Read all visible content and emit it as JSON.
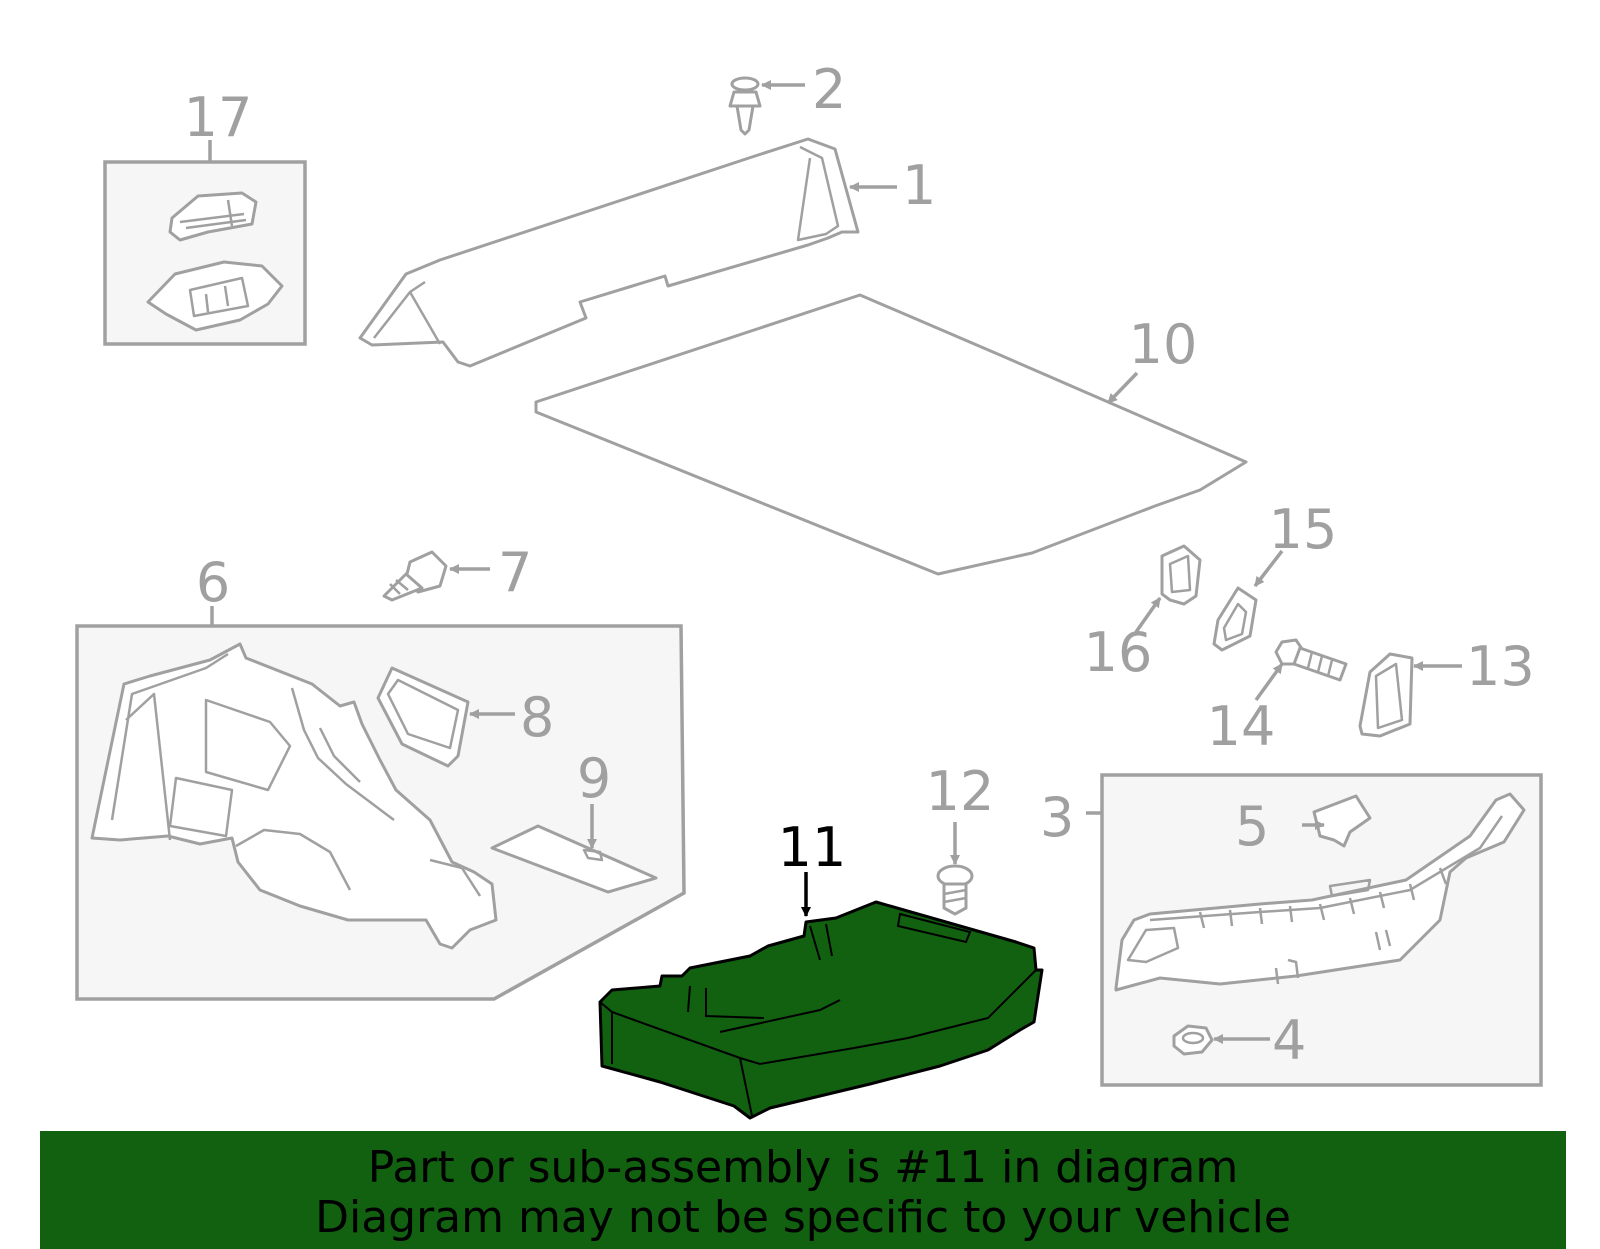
{
  "diagram": {
    "highlight_color": "#116110",
    "labels": {
      "p1": "1",
      "p2": "2",
      "p3": "3",
      "p4": "4",
      "p5": "5",
      "p6": "6",
      "p7": "7",
      "p8": "8",
      "p9": "9",
      "p10": "10",
      "p11": "11",
      "p12": "12",
      "p13": "13",
      "p14": "14",
      "p15": "15",
      "p16": "16",
      "p17": "17"
    }
  },
  "footer": {
    "line1": "Part or sub-assembly is #11 in diagram",
    "line2": "Diagram may not be specific to your vehicle"
  }
}
